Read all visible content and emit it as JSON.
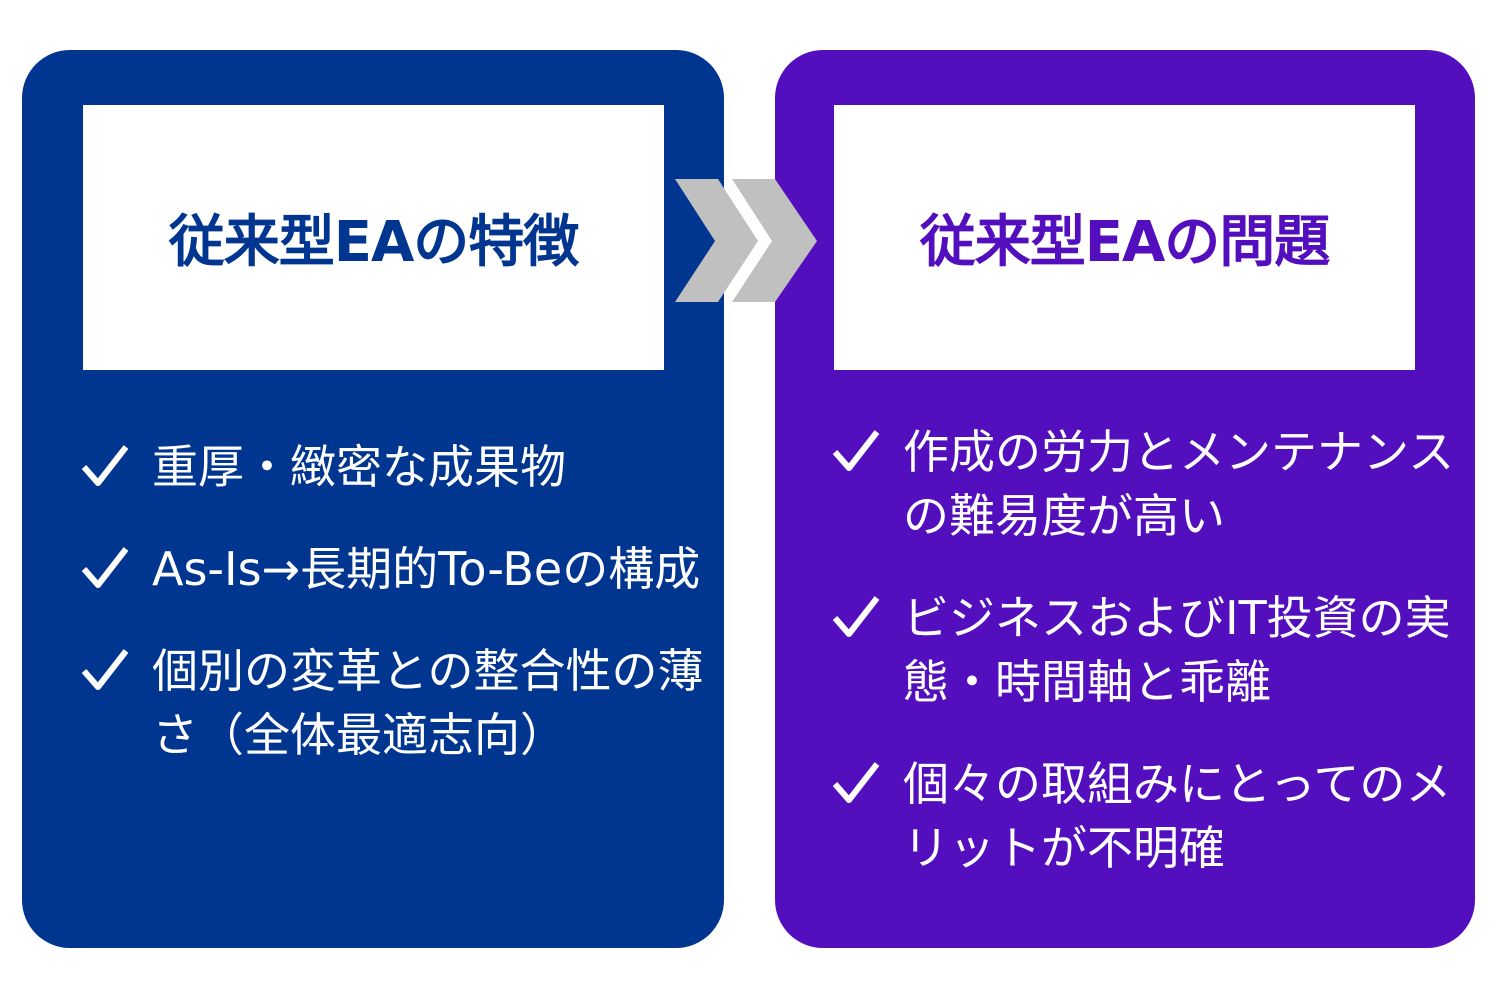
{
  "colors": {
    "left": "#003590",
    "right": "#530fbd",
    "arrow": "#c0c0c0"
  },
  "left": {
    "title": "従来型EAの特徴",
    "items": [
      {
        "icon": "check-icon",
        "text": "重厚・緻密な成果物"
      },
      {
        "icon": "check-icon",
        "text": "As-Is→長期的To-Beの構成"
      },
      {
        "icon": "check-icon",
        "text": "個別の変革との整合性の薄さ（全体最適志向）"
      }
    ]
  },
  "right": {
    "title": "従来型EAの問題",
    "items": [
      {
        "icon": "check-icon",
        "text": "作成の労力とメンテナンスの難易度が高い"
      },
      {
        "icon": "check-icon",
        "text": "ビジネスおよびIT投資の実態・時間軸と乖離"
      },
      {
        "icon": "check-icon",
        "text": "個々の取組みにとってのメリットが不明確"
      }
    ]
  }
}
